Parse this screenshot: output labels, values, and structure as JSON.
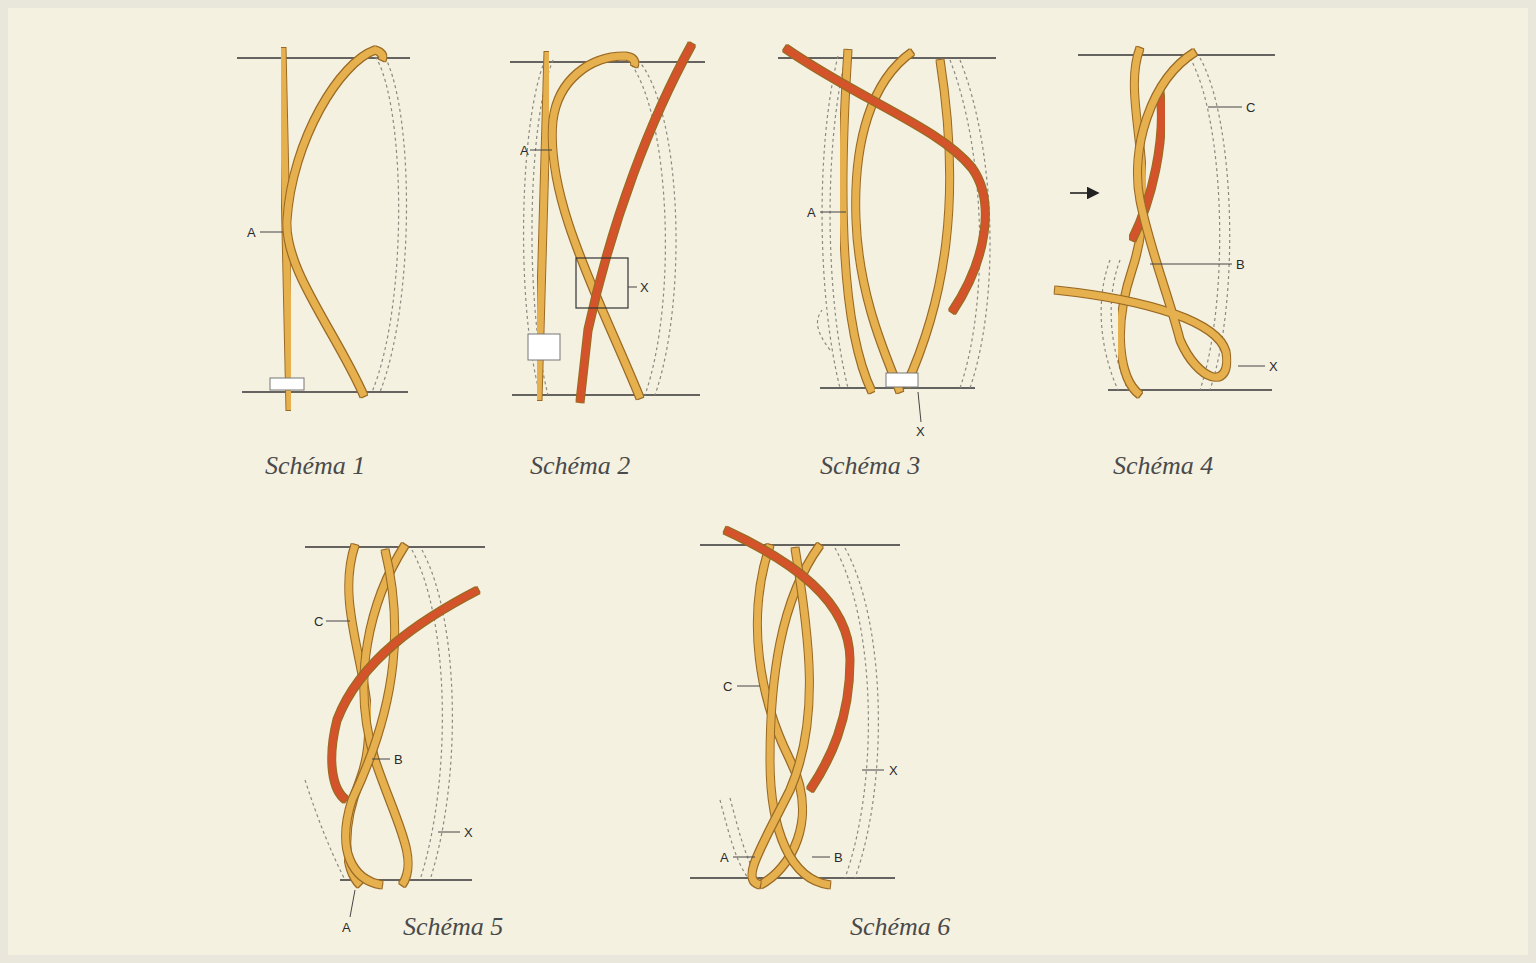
{
  "diagram": {
    "labels": [
      "A",
      "Schéma 1",
      "A",
      "X",
      "Schéma 2",
      "A",
      "X",
      "Schéma 3",
      "C",
      "B",
      "X",
      "Schéma 4",
      "C",
      "B",
      "X",
      "A",
      "Schéma 5",
      "C",
      "X",
      "A",
      "B",
      "Schéma 6"
    ]
  }
}
